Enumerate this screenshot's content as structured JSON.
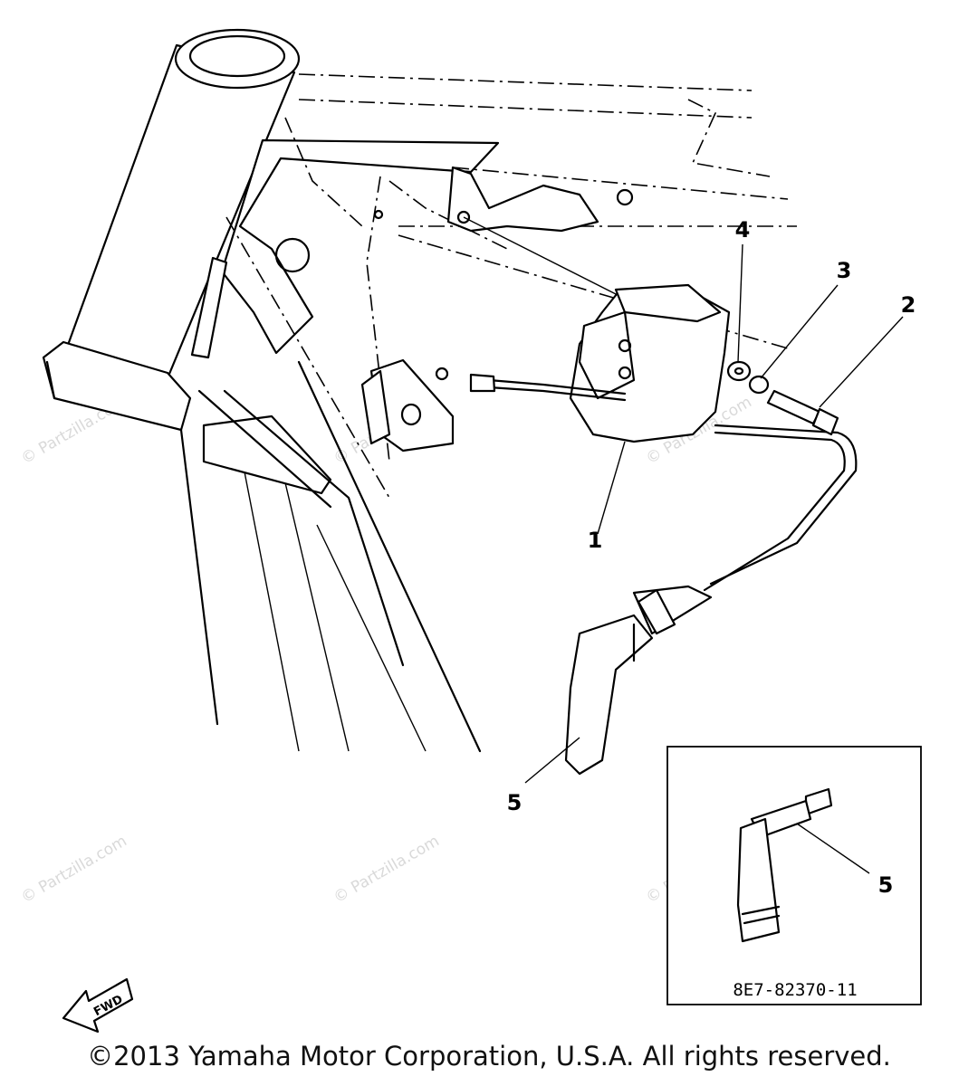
{
  "callouts": {
    "c1": "1",
    "c2": "2",
    "c3": "3",
    "c4": "4",
    "c5": "5",
    "c5_inset": "5"
  },
  "inset": {
    "part_code": "8E7-82370-11"
  },
  "fwd_label": "FWD",
  "copyright": "©2013 Yamaha Motor Corporation, U.S.A. All rights reserved.",
  "watermark": "© Partzilla.com",
  "colors": {
    "line": "#000000",
    "watermark": "#d9d9d9",
    "background": "#ffffff"
  }
}
